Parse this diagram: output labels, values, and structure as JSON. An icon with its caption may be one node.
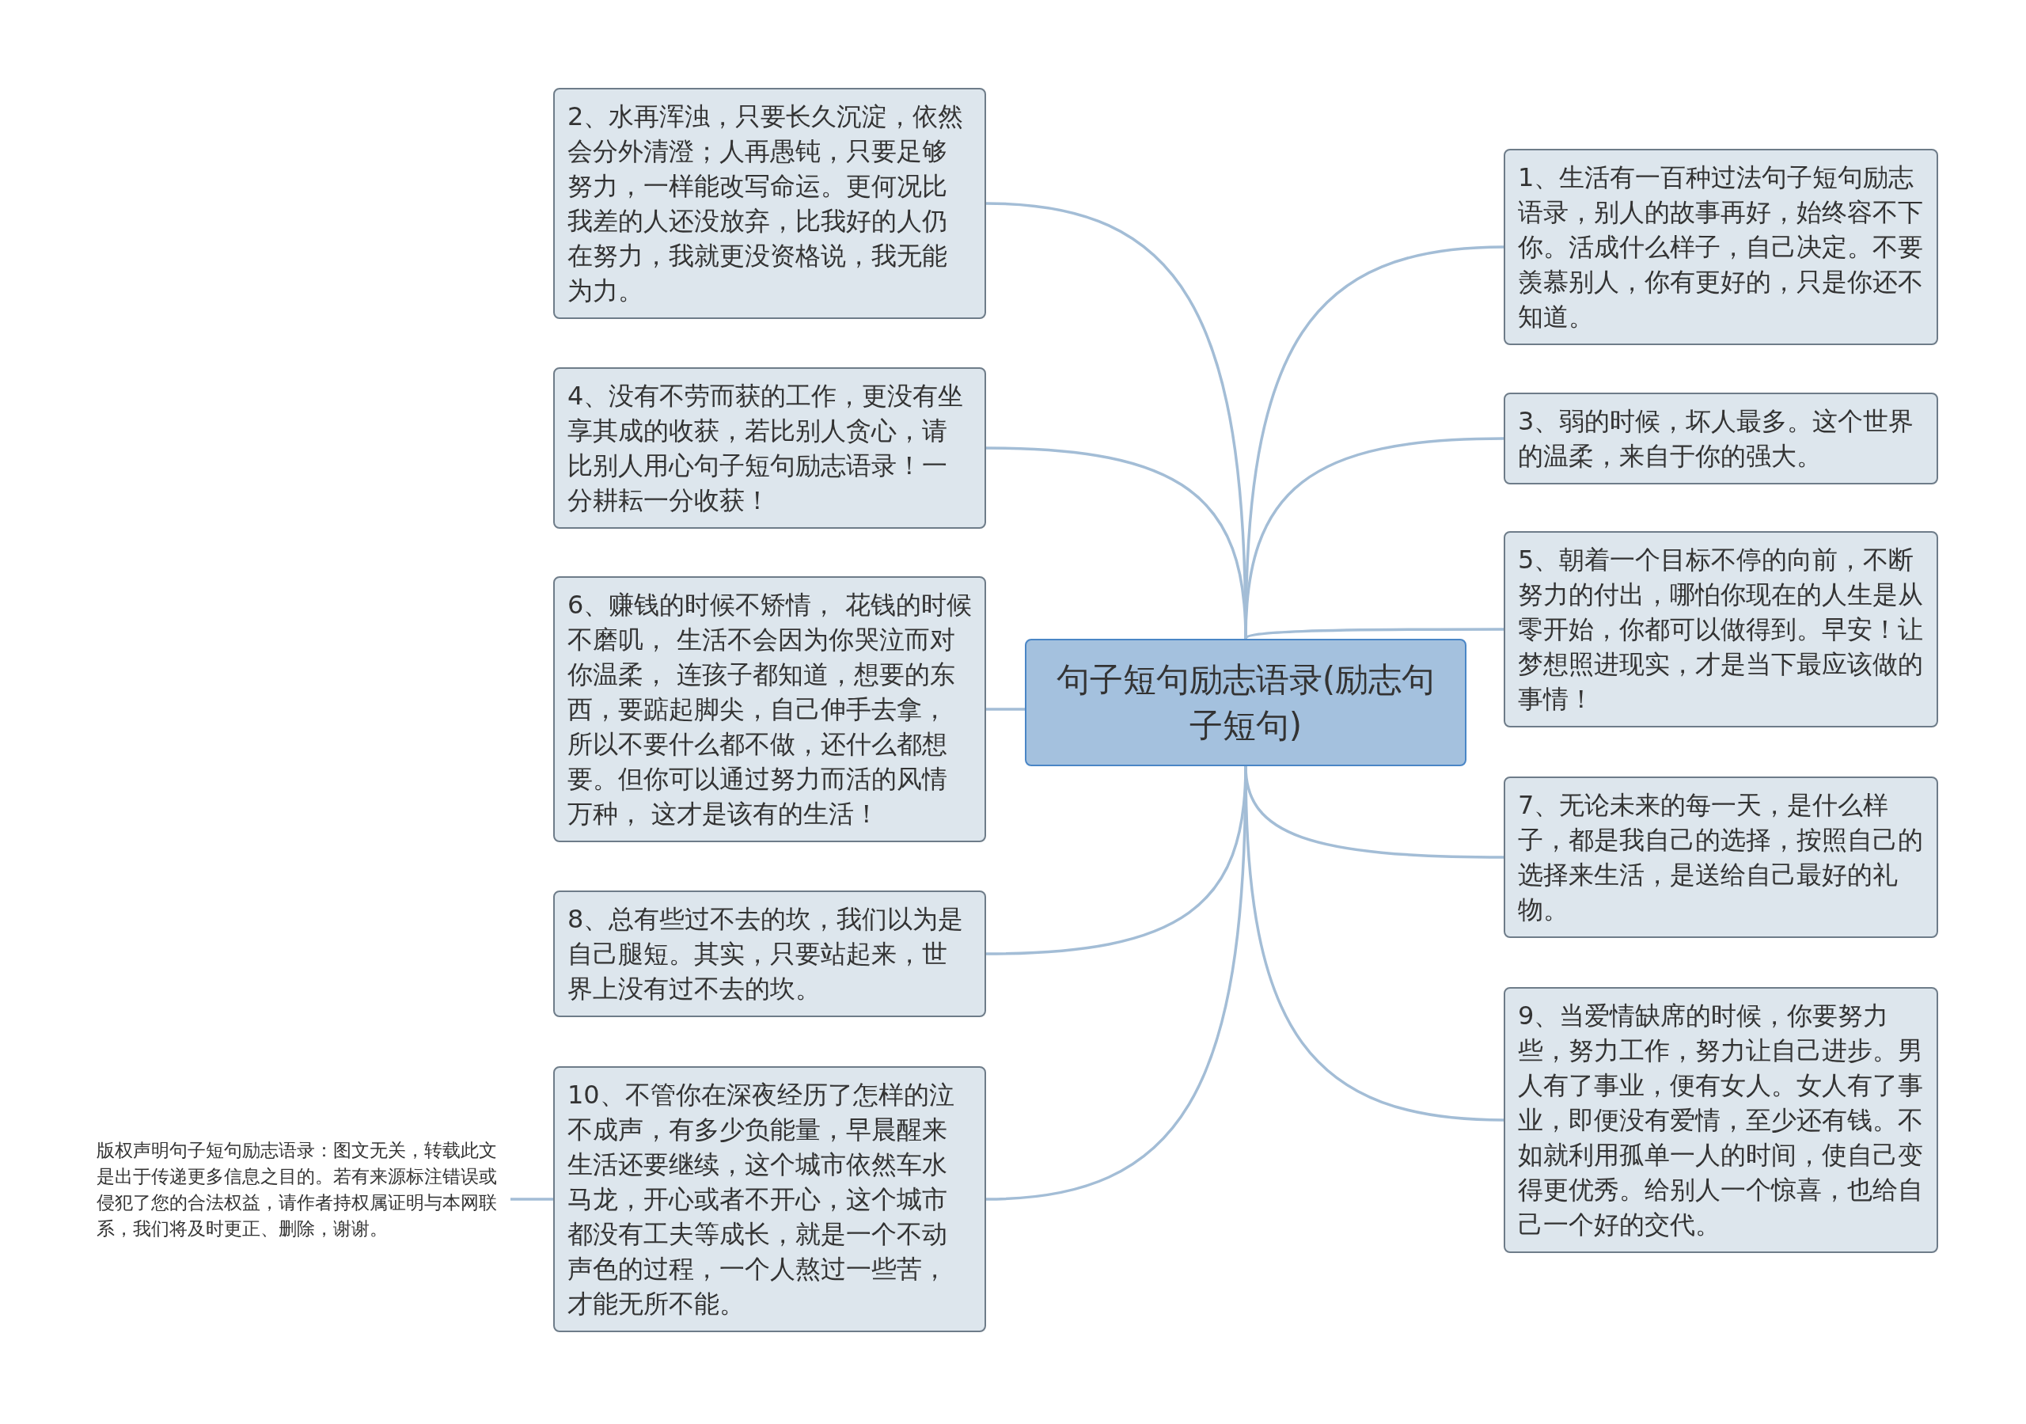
{
  "diagram": {
    "nodes": [
      {
        "text": [
          "句子短句励志语录(励志句子短句)"
        ]
      },
      {
        "text": [
          "1、生活有一百种过法句子短句励志语录，别人的故事再好，始终容不下你。活成什么样子，自己决定。不要羡慕别人，你有更好的，只是你还不知道。"
        ]
      },
      {
        "text": [
          "2、水再浑浊，只要长久沉淀，依然会分外清澄；人再愚钝，只要足够努力，一样能改写命运。更何况比我差的人还没放弃，比我好的人仍在努力，我就更没资格说，我无能为力。"
        ]
      },
      {
        "text": [
          "3、弱的时候，坏人最多。这个世界的温柔，来自于你的强大。"
        ]
      },
      {
        "text": [
          "4、没有不劳而获的工作，更没有坐享其成的收获，若比别人贪心，请比别人用心句子短句励志语录！一分耕耘一分收获！"
        ]
      },
      {
        "text": [
          "5、朝着一个目标不停的向前，不断努力的付出，哪怕你现在的人生是从零开始，你都可以做得到。早安！让梦想照进现实，才是当下最应该做的事情！"
        ]
      },
      {
        "text": [
          "6、赚钱的时候不矫情， 花钱的时候不磨叽， 生活不会因为你哭泣而对你温柔， 连孩子都知道，想要的东西，要踮起脚尖，自己伸手去拿，所以不要什么都不做，还什么都想要。但你可以通过努力而活的风情万种， 这才是该有的生活！"
        ]
      },
      {
        "text": [
          "7、无论未来的每一天，是什么样子，都是我自己的选择，按照自己的选择来生活，是送给自己最好的礼物。"
        ]
      },
      {
        "text": [
          "8、总有些过不去的坎，我们以为是自己腿短。其实，只要站起来，世界上没有过不去的坎。"
        ]
      },
      {
        "text": [
          "9、当爱情缺席的时候，你要努力些，努力工作，努力让自己进步。男人有了事业，便有女人。女人有了事业，即便没有爱情，至少还有钱。不如就利用孤单一人的时间，使自己变得更优秀。给别人一个惊喜，也给自己一个好的交代。"
        ]
      },
      {
        "text": [
          "10、不管你在深夜经历了怎样的泣不成声，有多少负能量，早晨醒来生活还要继续，这个城市依然车水马龙，开心或者不开心，这个城市都没有工夫等成长，就是一个不动声色的过程，一个人熬过一些苦，才能无所不能。"
        ]
      },
      {
        "text": [
          "版权声明句子短句励志语录：图文无关，转载此文是出于传递更多信息之目的。若有来源标注错误或侵犯了您的合法权益，请作者持权属证明与本网联系，我们将及时更正、删除，谢谢。"
        ]
      }
    ],
    "edges": [
      {
        "from": 0,
        "to": 1,
        "arrow": "none"
      },
      {
        "from": 0,
        "to": 2,
        "arrow": "none"
      },
      {
        "from": 0,
        "to": 3,
        "arrow": "none"
      },
      {
        "from": 0,
        "to": 4,
        "arrow": "none"
      },
      {
        "from": 0,
        "to": 5,
        "arrow": "none"
      },
      {
        "from": 0,
        "to": 6,
        "arrow": "none"
      },
      {
        "from": 0,
        "to": 7,
        "arrow": "none"
      },
      {
        "from": 0,
        "to": 8,
        "arrow": "none"
      },
      {
        "from": 0,
        "to": 9,
        "arrow": "none"
      },
      {
        "from": 0,
        "to": 10,
        "arrow": "none"
      },
      {
        "from": 10,
        "to": 11,
        "arrow": "none"
      }
    ]
  }
}
